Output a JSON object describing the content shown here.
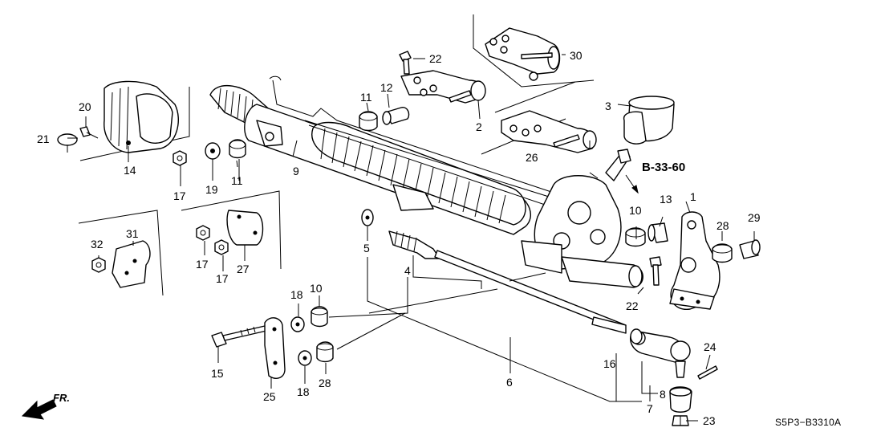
{
  "diagram": {
    "reference_label": "B-33-60",
    "direction_label": "FR.",
    "diagram_code": "S5P3−B3310A",
    "callouts": {
      "p1": "1",
      "p2": "2",
      "p3": "3",
      "p4": "4",
      "p5": "5",
      "p6": "6",
      "p7": "7",
      "p8": "8",
      "p9": "9",
      "p10a": "10",
      "p10b": "10",
      "p11a": "11",
      "p11b": "11",
      "p12": "12",
      "p13": "13",
      "p14": "14",
      "p15": "15",
      "p16": "16",
      "p17a": "17",
      "p17b": "17",
      "p17c": "17",
      "p18a": "18",
      "p18b": "18",
      "p19": "19",
      "p20": "20",
      "p21": "21",
      "p22a": "22",
      "p22b": "22",
      "p23": "23",
      "p24": "24",
      "p25": "25",
      "p26": "26",
      "p27": "27",
      "p28a": "28",
      "p28b": "28",
      "p29": "29",
      "p30": "30",
      "p31": "31",
      "p32": "32"
    }
  }
}
